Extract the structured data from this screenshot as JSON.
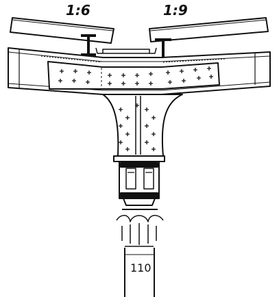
{
  "drawing": {
    "slope_left": "1:6",
    "slope_right": "1:9",
    "column_mark": "110"
  },
  "colors": {
    "ink": "#111111",
    "paper": "#ffffff"
  }
}
